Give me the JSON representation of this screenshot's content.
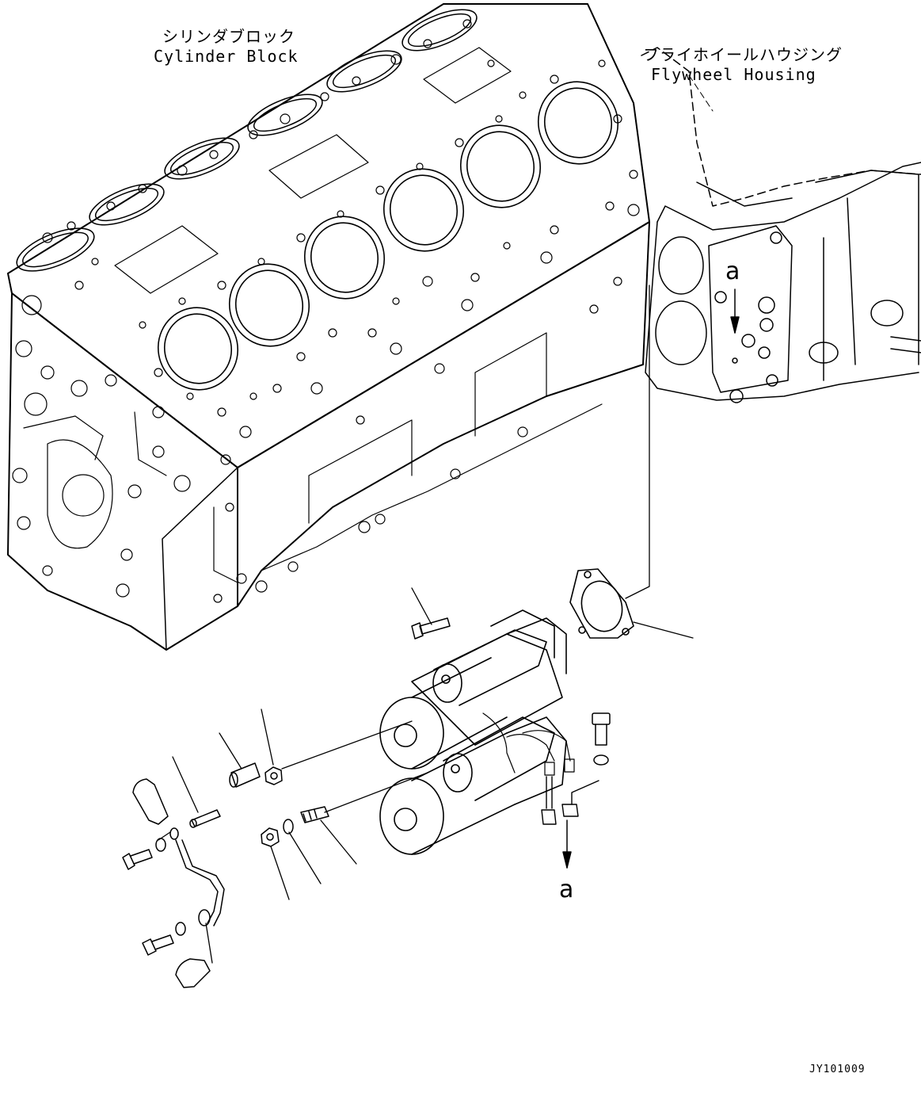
{
  "labels": {
    "cylinder_block_jp": "シリンダブロック",
    "cylinder_block_en": "Cylinder Block",
    "flywheel_housing_jp": "フライホイールハウジング",
    "flywheel_housing_en": "Flywheel Housing"
  },
  "markers": {
    "a_upper": "a",
    "a_lower": "a"
  },
  "figure_code": "JY101009",
  "colors": {
    "line": "#000000",
    "background": "#ffffff"
  }
}
